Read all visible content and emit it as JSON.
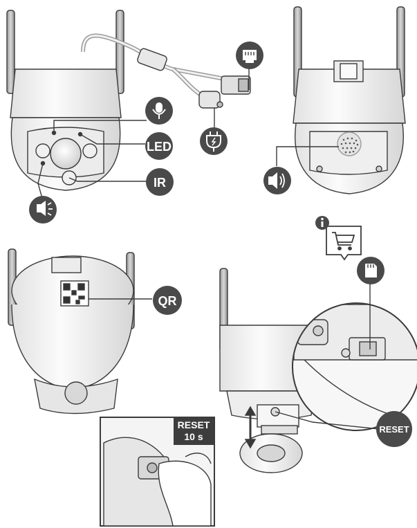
{
  "labels": {
    "led": "LED",
    "ir": "IR",
    "qr": "QR",
    "reset": "RESET"
  },
  "reset_box": {
    "line1": "RESET",
    "line2": "10 s"
  },
  "icons": {
    "microphone": "microphone-icon",
    "speaker": "speaker-icon",
    "light_sensor": "light-sensor-icon",
    "ethernet": "ethernet-port-icon",
    "power": "power-plug-icon",
    "sd_card": "sd-card-icon",
    "cart": "shopping-cart-icon",
    "info": "info-icon"
  },
  "colors": {
    "badge": "#4a4a4a",
    "line": "#3a3a3a",
    "body": "#f4f4f4",
    "shade": "#d9d9d9"
  }
}
